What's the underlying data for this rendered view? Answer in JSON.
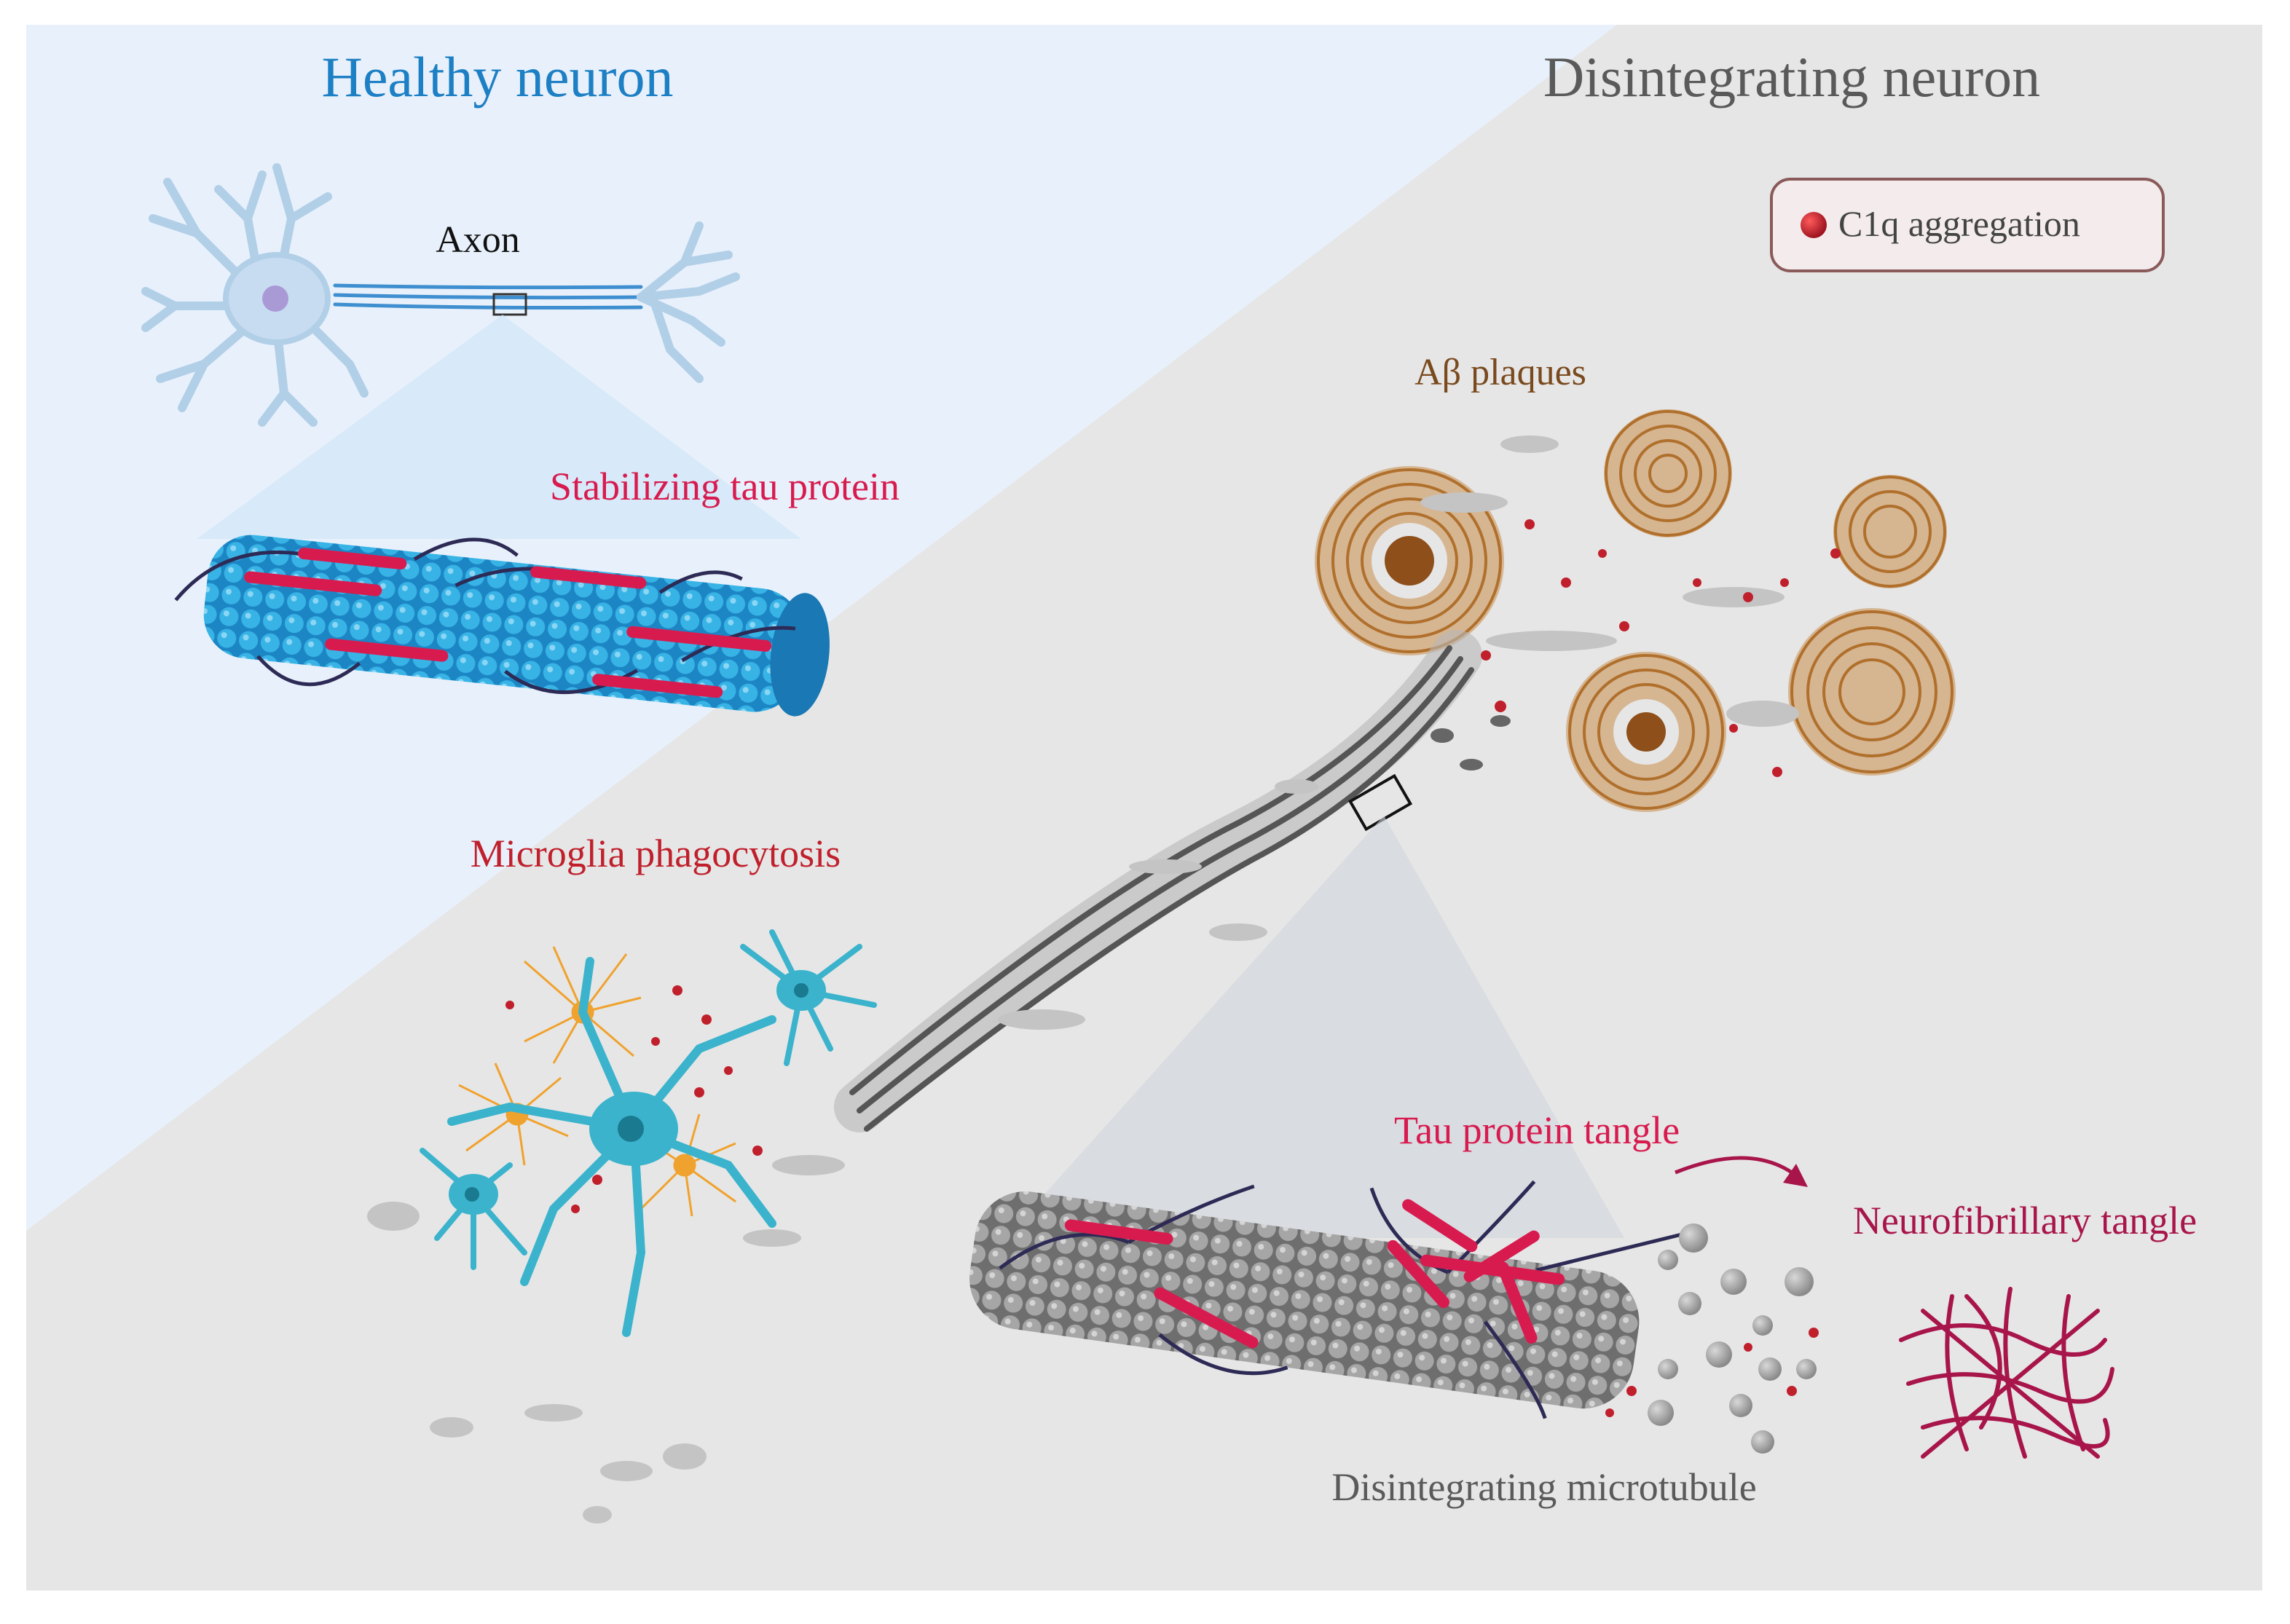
{
  "labels": {
    "healthy_title": "Healthy neuron",
    "disintegrating_title": "Disintegrating neuron",
    "axon": "Axon",
    "stabilizing_tau": "Stabilizing tau protein",
    "ab_plaques": "Aβ plaques",
    "microglia": "Microglia phagocytosis",
    "tau_tangle": "Tau protein tangle",
    "neurofibrillary_tangle": "Neurofibrillary tangle",
    "disintegrating_microtubule": "Disintegrating microtubule"
  },
  "legend": {
    "items": [
      {
        "label": "C1q aggregation",
        "color": "#c0202c"
      }
    ]
  },
  "colors": {
    "healthy_bg": "#e8f1fb",
    "disintegrating_bg": "#e6e6e6",
    "healthy_title": "#1d7fc4",
    "disintegrating_title": "#5a5a5a",
    "tau_red": "#d81b4f",
    "c1q_red": "#c0202c",
    "microtubule_blue": "#2a9fd8",
    "microtubule_grey": "#8e8e8e",
    "plaque_brown": "#b0702c",
    "microglia_teal": "#3bb3cc",
    "astrocyte_orange": "#f0a22e",
    "tangle_crimson": "#a8154a",
    "plaque_label": "#7a4a1e",
    "neuron_light": "#a8c8e8"
  }
}
